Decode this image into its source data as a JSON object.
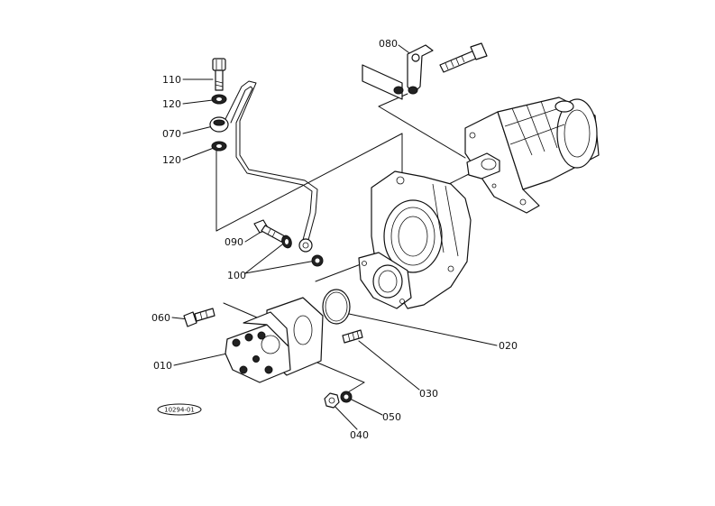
{
  "callouts": [
    {
      "id": "p110",
      "label": "110"
    },
    {
      "id": "p120a",
      "label": "120"
    },
    {
      "id": "p070",
      "label": "070"
    },
    {
      "id": "p120b",
      "label": "120"
    },
    {
      "id": "p080",
      "label": "080"
    },
    {
      "id": "p090",
      "label": "090"
    },
    {
      "id": "p100",
      "label": "100"
    },
    {
      "id": "p060",
      "label": "060"
    },
    {
      "id": "p010",
      "label": "010"
    },
    {
      "id": "p020",
      "label": "020"
    },
    {
      "id": "p030",
      "label": "030"
    },
    {
      "id": "p050",
      "label": "050"
    },
    {
      "id": "p040",
      "label": "040"
    }
  ],
  "drawing_code": "10294-01"
}
